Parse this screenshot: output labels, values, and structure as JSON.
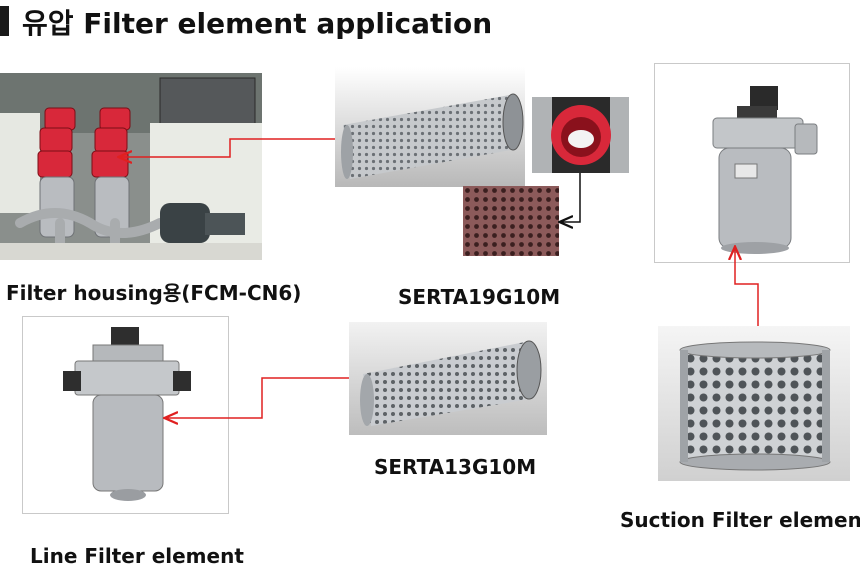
{
  "title": "유압 Filter element application",
  "captions": {
    "filter_housing": "Filter housing용(FCM-CN6)",
    "serta19": "SERTA19G10M",
    "serta13": "SERTA13G10M",
    "suction": "Suction Filter element",
    "line": "Line Filter element"
  },
  "colors": {
    "arrow": "#e02020",
    "filter_cap": "#d8283a",
    "metal": "#b9bcc0"
  }
}
